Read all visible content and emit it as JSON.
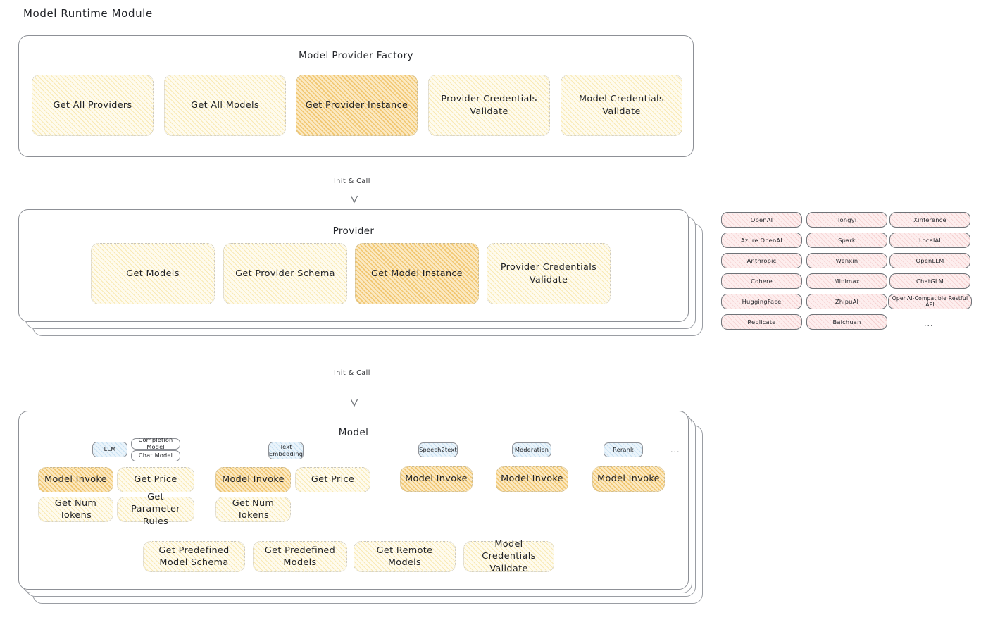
{
  "page": {
    "title": "Model Runtime Module"
  },
  "factory": {
    "title": "Model Provider Factory",
    "nodes": [
      {
        "label": "Get All Providers",
        "highlight": false
      },
      {
        "label": "Get All Models",
        "highlight": false
      },
      {
        "label": "Get Provider Instance",
        "highlight": true
      },
      {
        "label": "Provider Credentials Validate",
        "highlight": false
      },
      {
        "label": "Model Credentials Validate",
        "highlight": false
      }
    ]
  },
  "connector_1": {
    "label": "Init & Call"
  },
  "provider": {
    "title": "Provider",
    "nodes": [
      {
        "label": "Get Models",
        "highlight": false
      },
      {
        "label": "Get Provider Schema",
        "highlight": false
      },
      {
        "label": "Get Model Instance",
        "highlight": true
      },
      {
        "label": "Provider Credentials Validate",
        "highlight": false
      }
    ]
  },
  "provider_list": {
    "columns": [
      [
        "OpenAI",
        "Azure OpenAI",
        "Anthropic",
        "Cohere",
        "HuggingFace",
        "Replicate"
      ],
      [
        "Tongyi",
        "Spark",
        "Wenxin",
        "Minimax",
        "ZhipuAI",
        "Baichuan"
      ],
      [
        "Xinference",
        "LocalAI",
        "OpenLLM",
        "ChatGLM",
        "OpenAI-Compatible Restful API"
      ]
    ],
    "more": "..."
  },
  "connector_2": {
    "label": "Init & Call"
  },
  "model": {
    "title": "Model",
    "more": "...",
    "types": [
      {
        "tag": "LLM",
        "subtags": [
          "Completion Model",
          "Chat Model"
        ],
        "nodes": [
          {
            "label": "Model Invoke",
            "highlight": true
          },
          {
            "label": "Get Price",
            "highlight": false
          },
          {
            "label": "Get Num Tokens",
            "highlight": false
          },
          {
            "label": "Get Parameter Rules",
            "highlight": false
          }
        ]
      },
      {
        "tag": "Text Embedding",
        "subtags": [],
        "nodes": [
          {
            "label": "Model Invoke",
            "highlight": true
          },
          {
            "label": "Get Price",
            "highlight": false
          },
          {
            "label": "Get Num Tokens",
            "highlight": false
          }
        ]
      },
      {
        "tag": "Speech2text",
        "subtags": [],
        "nodes": [
          {
            "label": "Model Invoke",
            "highlight": true
          }
        ]
      },
      {
        "tag": "Moderation",
        "subtags": [],
        "nodes": [
          {
            "label": "Model Invoke",
            "highlight": true
          }
        ]
      },
      {
        "tag": "Rerank",
        "subtags": [],
        "nodes": [
          {
            "label": "Model Invoke",
            "highlight": true
          }
        ]
      }
    ],
    "common_nodes": [
      {
        "label": "Get Predefined Model Schema"
      },
      {
        "label": "Get Predefined Models"
      },
      {
        "label": "Get Remote Models"
      },
      {
        "label": "Model Credentials Validate"
      }
    ]
  },
  "colors": {
    "highlight_fill": "#fbe9c2",
    "light_fill": "#fefbee",
    "tag_fill": "#eaf4fb",
    "chip_fill": "#fdeeee",
    "stroke": "#8d9096"
  }
}
